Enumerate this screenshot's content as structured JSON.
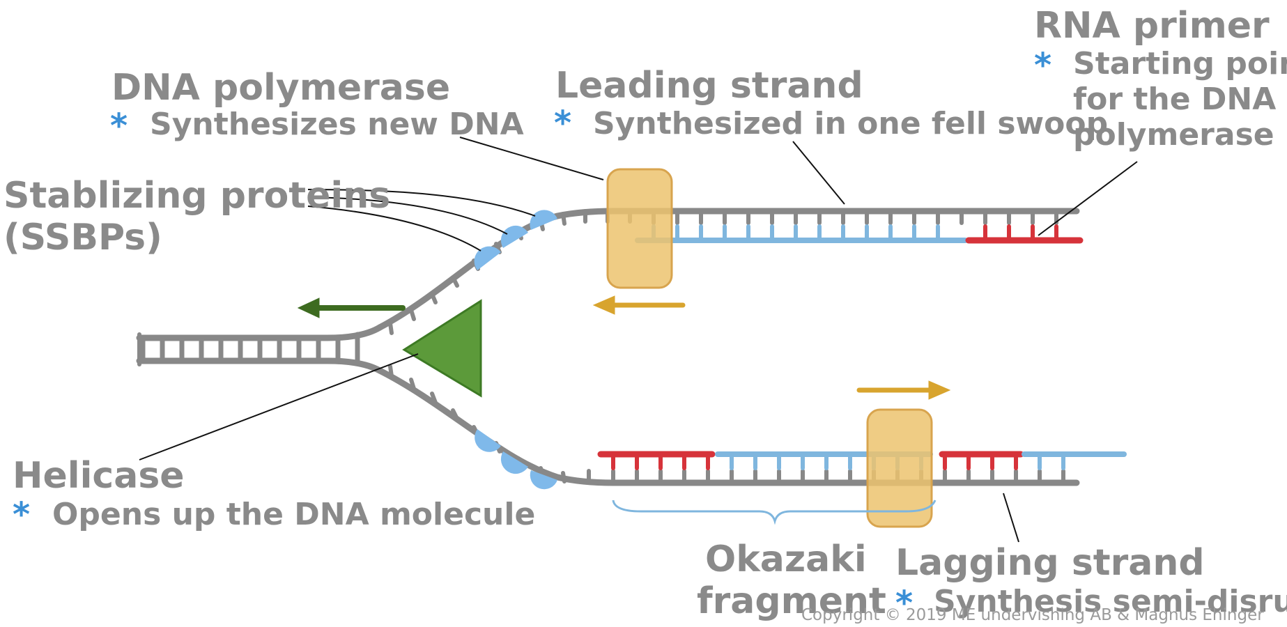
{
  "labels": {
    "dna_polymerase": {
      "title": "DNA polymerase",
      "desc": "Synthesizes new DNA"
    },
    "leading_strand": {
      "title": "Leading strand",
      "desc": "Synthesized in one fell swoop"
    },
    "rna_primer": {
      "title": "RNA primer",
      "desc_lines": [
        "Starting point",
        "for the DNA",
        "polymerase"
      ]
    },
    "ssbp": {
      "title_line1": "Stablizing proteins",
      "title_line2": "(SSBPs)"
    },
    "helicase": {
      "title": "Helicase",
      "desc": "Opens up the DNA molecule"
    },
    "okazaki": {
      "line1": "Okazaki",
      "line2": "fragment"
    },
    "lagging_strand": {
      "title": "Lagging strand",
      "desc": "Synthesis semi-disrupted"
    }
  },
  "bullet": "*",
  "copyright": "Copyright © 2019 ME undervishing AB & Magnus Ehinger",
  "colors": {
    "dna": "#888888",
    "new_dna": "#7fb6de",
    "primer": "#d6333a",
    "polymerase": "#ecc36e",
    "helicase": "#5c9a3a",
    "ssbp": "#7fb9ea",
    "arrow_helicase": "#3d6b20",
    "arrow_polymerase": "#d8a42e",
    "text": "#8a8a8a",
    "bullet": "#3a8fd6"
  }
}
